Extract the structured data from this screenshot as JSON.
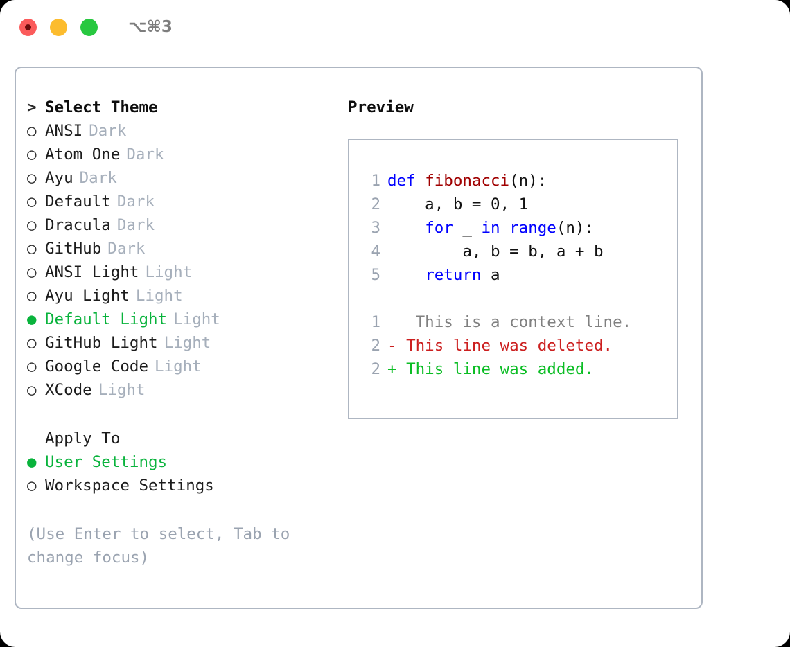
{
  "titlebar": {
    "buttons": [
      {
        "name": "close-button",
        "color": "#fb5b5b"
      },
      {
        "name": "minimize-button",
        "color": "#fcbc2e"
      },
      {
        "name": "maximize-button",
        "color": "#28c840"
      }
    ],
    "shortcut": "⌥⌘3"
  },
  "theme_picker": {
    "header_marker": ">",
    "header_label": "Select Theme",
    "unselected_marker": "○",
    "selected_marker": "●",
    "items": [
      {
        "marker": "○",
        "name": "ANSI",
        "category": "Dark",
        "selected": false
      },
      {
        "marker": "○",
        "name": "Atom One",
        "category": "Dark",
        "selected": false
      },
      {
        "marker": "○",
        "name": "Ayu",
        "category": "Dark",
        "selected": false
      },
      {
        "marker": "○",
        "name": "Default",
        "category": "Dark",
        "selected": false
      },
      {
        "marker": "○",
        "name": "Dracula",
        "category": "Dark",
        "selected": false
      },
      {
        "marker": "○",
        "name": "GitHub",
        "category": "Dark",
        "selected": false
      },
      {
        "marker": "○",
        "name": "ANSI Light",
        "category": "Light",
        "selected": false
      },
      {
        "marker": "○",
        "name": "Ayu Light",
        "category": "Light",
        "selected": false
      },
      {
        "marker": "●",
        "name": "Default Light",
        "category": "Light",
        "selected": true
      },
      {
        "marker": "○",
        "name": "GitHub Light",
        "category": "Light",
        "selected": false
      },
      {
        "marker": "○",
        "name": "Google Code",
        "category": "Light",
        "selected": false
      },
      {
        "marker": "○",
        "name": "XCode",
        "category": "Light",
        "selected": false
      }
    ]
  },
  "apply_to": {
    "label": "Apply To",
    "items": [
      {
        "marker": "●",
        "name": "User Settings",
        "selected": true
      },
      {
        "marker": "○",
        "name": "Workspace Settings",
        "selected": false
      }
    ]
  },
  "hint": "(Use Enter to select, Tab to change focus)",
  "preview": {
    "title": "Preview",
    "code_lines": [
      {
        "no": "1",
        "tokens": [
          {
            "t": "def",
            "c": "kw"
          },
          {
            "t": " ",
            "c": "plain"
          },
          {
            "t": "fibonacci",
            "c": "fn"
          },
          {
            "t": "(n):",
            "c": "plain"
          }
        ]
      },
      {
        "no": "2",
        "tokens": [
          {
            "t": "    a, b = 0, 1",
            "c": "plain"
          }
        ]
      },
      {
        "no": "3",
        "tokens": [
          {
            "t": "    ",
            "c": "plain"
          },
          {
            "t": "for",
            "c": "kw"
          },
          {
            "t": " _ ",
            "c": "plain"
          },
          {
            "t": "in",
            "c": "kw"
          },
          {
            "t": " ",
            "c": "plain"
          },
          {
            "t": "range",
            "c": "kw"
          },
          {
            "t": "(n):",
            "c": "plain"
          }
        ]
      },
      {
        "no": "4",
        "tokens": [
          {
            "t": "        a, b = b, a + b",
            "c": "plain"
          }
        ]
      },
      {
        "no": "5",
        "tokens": [
          {
            "t": "    ",
            "c": "plain"
          },
          {
            "t": "return",
            "c": "kw"
          },
          {
            "t": " a",
            "c": "plain"
          }
        ]
      }
    ],
    "diff_lines": [
      {
        "no": "1",
        "sign": " ",
        "text": "  This is a context line.",
        "kind": "gray"
      },
      {
        "no": "2",
        "sign": "-",
        "text": " This line was deleted.",
        "kind": "del"
      },
      {
        "no": "2",
        "sign": "+",
        "text": " This line was added.",
        "kind": "add"
      }
    ]
  },
  "colors": {
    "selected_green": "#09b33c",
    "muted_gray": "#a6afbb",
    "hint_gray": "#9aa3b0",
    "border": "#aeb6c2",
    "keyword_blue": "#0000ff",
    "function_red": "#a00000",
    "diff_del_red": "#cc1f1f",
    "diff_add_green": "#0bbd24"
  }
}
